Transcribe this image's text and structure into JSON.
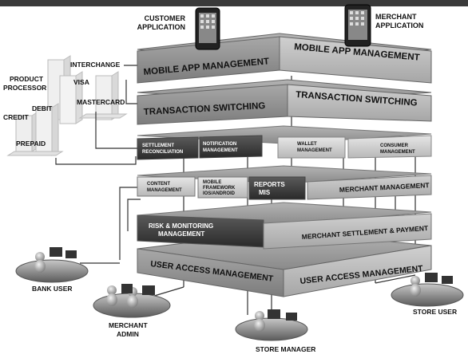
{
  "top_labels": {
    "customer_line1": "CUSTOMER",
    "customer_line2": "APPLICATION",
    "merchant_line1": "MERCHANT",
    "merchant_line2": "APPLICATION"
  },
  "left_labels": {
    "product_line1": "PRODUCT",
    "product_line2": "PROCESSOR",
    "interchange": "INTERCHANGE",
    "visa": "VISA",
    "mastercard": "MASTERCARD",
    "debit": "DEBIT",
    "credit": "CREDIT",
    "prepaid": "PREPAID"
  },
  "layers": {
    "mobile_left": "MOBILE APP MANAGEMENT",
    "mobile_right": "MOBILE APP MANAGEMENT",
    "switch_left": "TRANSACTION SWITCHING",
    "switch_right": "TRANSACTION SWITCHING",
    "settlement_line1": "SETTLEMENT",
    "settlement_line2": "RECONCILIATION",
    "notification_line1": "NOTIFICATION",
    "notification_line2": "MANAGEMENT",
    "wallet_line1": "WALLET",
    "wallet_line2": "MANAGEMENT",
    "consumer_line1": "CONSUMER",
    "consumer_line2": "MANAGEMENT",
    "content_line1": "CONTENT",
    "content_line2": "MANAGEMENT",
    "mobile_fw_line1": "MOBILE",
    "mobile_fw_line2": "FRAMEWORK",
    "mobile_fw_line3": "IOS/ANDROID",
    "reports_line1": "REPORTS",
    "reports_line2": "MIS",
    "merchant_mgmt": "MERCHANT MANAGEMENT",
    "risk_line1": "RISK & MONITORING",
    "risk_line2": "MANAGEMENT",
    "merchant_settlement": "MERCHANT SETTLEMENT & PAYMENT",
    "uam_left": "USER ACCESS MANAGEMENT",
    "uam_right": "USER ACCESS MANAGEMENT"
  },
  "users": {
    "bank_user": "BANK USER",
    "merchant_admin_line1": "MERCHANT",
    "merchant_admin_line2": "ADMIN",
    "store_manager": "STORE MANAGER",
    "store_user": "STORE USER"
  }
}
